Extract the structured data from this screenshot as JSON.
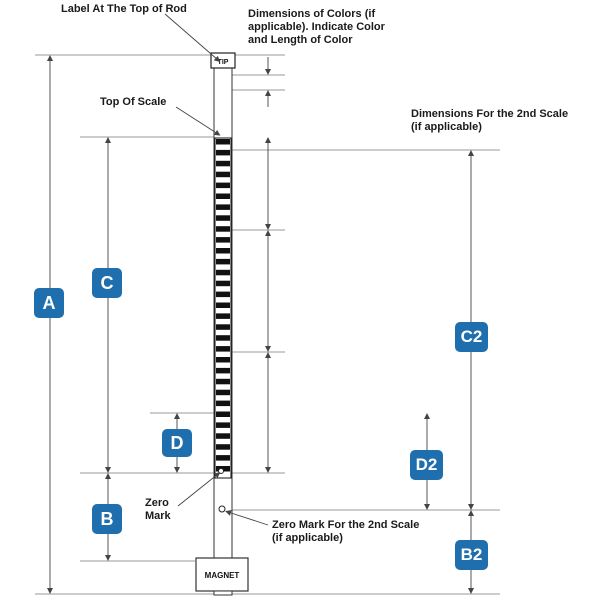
{
  "labels": {
    "label_top_rod": "Label At The Top of Rod",
    "dim_colors": "Dimensions of Colors (if\napplicable). Indicate Color\nand Length of Color",
    "top_scale": "Top Of Scale",
    "dim_second_scale": "Dimensions For the 2nd Scale\n(if applicable)",
    "zero_mark": "Zero\nMark",
    "zero_mark_second": "Zero Mark For the 2nd Scale\n(if applicable)"
  },
  "rod": {
    "tip_text": "TIP",
    "magnet_text": "MAGNET"
  },
  "badges": {
    "a": "A",
    "b": "B",
    "c": "C",
    "d": "D",
    "c2": "C2",
    "d2": "D2",
    "b2": "B2"
  },
  "colors": {
    "badge": "#1f6fae",
    "line": "#555555",
    "scale_black": "#111111"
  }
}
